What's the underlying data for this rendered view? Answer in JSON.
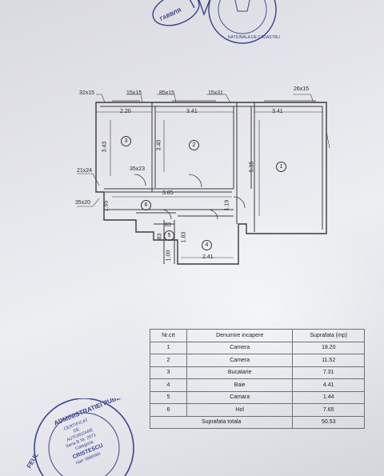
{
  "plan": {
    "dims_top": [
      "32x15",
      "15x15",
      "85x15",
      "15x31",
      "26x15"
    ],
    "dims_widths": [
      "2.20",
      "3.41",
      "3.41"
    ],
    "dims_heights": [
      "3.43",
      "3.40",
      "5.35",
      "1.19",
      "1.55"
    ],
    "dims_left": [
      "21x24",
      "35x20"
    ],
    "dims_inner": [
      "35x23",
      "3.85",
      ".83",
      "1.83",
      "2.41",
      ".83",
      "1.00"
    ],
    "room_numbers": [
      "1",
      "2",
      "3",
      "4",
      "5",
      "6"
    ]
  },
  "table": {
    "headers": [
      "Nr.crt",
      "Denumire incapere",
      "Suprafata (mp)"
    ],
    "rows": [
      {
        "nr": "1",
        "name": "Camera",
        "area": "18.20"
      },
      {
        "nr": "2",
        "name": "Camera",
        "area": "11.52"
      },
      {
        "nr": "3",
        "name": "Bucatarie",
        "area": "7.31"
      },
      {
        "nr": "4",
        "name": "Baie",
        "area": "4.41"
      },
      {
        "nr": "5",
        "name": "Camara",
        "area": "1.44"
      },
      {
        "nr": "6",
        "name": "Hol",
        "area": "7.65"
      }
    ],
    "total_label": "Suprafata totala",
    "total_value": "50.53"
  },
  "stamps": {
    "bottom_top_arc": "ADMINISTRATIEI PUBLICE",
    "bottom_left_arc": "FEUL",
    "bottom_center": [
      "CERTIFICAT",
      "DE",
      "AUTORIZARE",
      "Seria B Nr. 2071",
      "Categoria",
      "CRISTESCU",
      "rian Valentin"
    ],
    "top_right_arc": "NATIONALA DE CADASTRU",
    "signature_text": "ГАВВЛЯ"
  }
}
